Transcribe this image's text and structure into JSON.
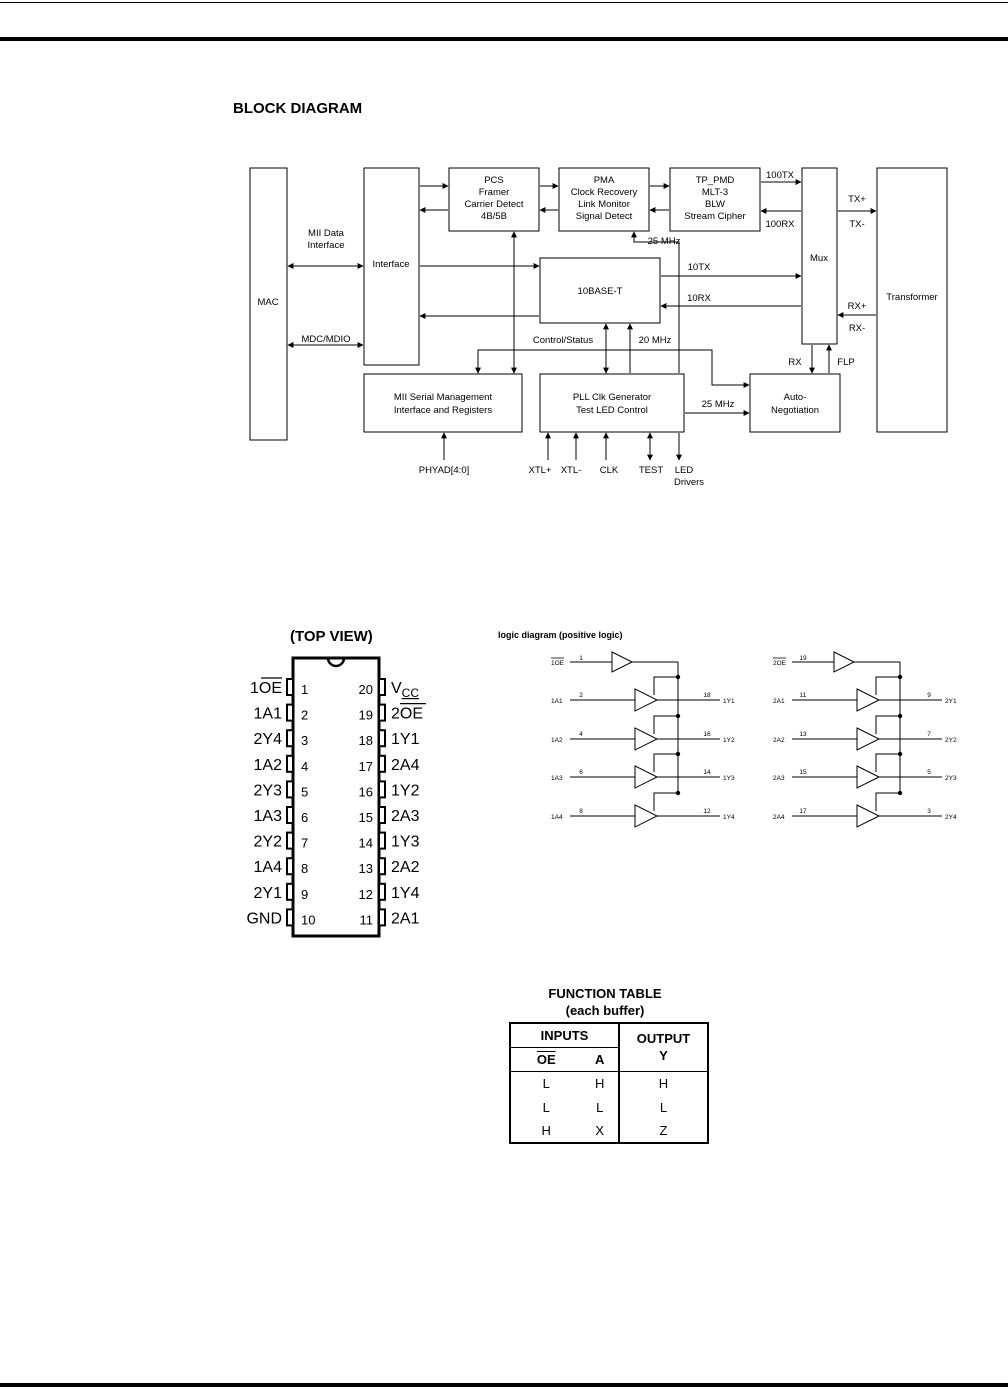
{
  "block_diagram": {
    "title": "BLOCK DIAGRAM",
    "blocks": {
      "mac": [
        "MAC"
      ],
      "interface": [
        "Interface"
      ],
      "pcs": [
        "PCS",
        "Framer",
        "Carrier Detect",
        "4B/5B"
      ],
      "pma": [
        "PMA",
        "Clock Recovery",
        "Link Monitor",
        "Signal Detect"
      ],
      "tp_pmd": [
        "TP_PMD",
        "MLT-3",
        "BLW",
        "Stream Cipher"
      ],
      "mux": [
        "Mux"
      ],
      "transformer": [
        "Transformer"
      ],
      "tenbase": [
        "10BASE-T"
      ],
      "mii_serial": [
        "MII Serial Management",
        "Interface and Registers"
      ],
      "pll": [
        "PLL Clk Generator",
        "Test LED Control"
      ],
      "autoneg": [
        "Auto-",
        "Negotiation"
      ]
    },
    "labels": {
      "mii_data": [
        "MII Data",
        "Interface"
      ],
      "mdc_mdio": "MDC/MDIO",
      "tx100": "100TX",
      "rx100": "100RX",
      "tx_plus": "TX+",
      "tx_minus": "TX-",
      "rx_plus": "RX+",
      "rx_minus": "RX-",
      "mhz25_a": "25 MHz",
      "tx10": "10TX",
      "rx10": "10RX",
      "control_status": "Control/Status",
      "mhz20": "20 MHz",
      "rx": "RX",
      "flp": "FLP",
      "mhz25_b": "25 MHz",
      "phyad": "PHYAD[4:0]",
      "xtl_plus": "XTL+",
      "xtl_minus": "XTL-",
      "clk": "CLK",
      "test": "TEST",
      "led": [
        "LED",
        "Drivers"
      ]
    }
  },
  "top_view": {
    "title": "(TOP VIEW)",
    "left_pins": [
      {
        "name": "1OE",
        "num": "1"
      },
      {
        "name": "1A1",
        "num": "2"
      },
      {
        "name": "2Y4",
        "num": "3"
      },
      {
        "name": "1A2",
        "num": "4"
      },
      {
        "name": "2Y3",
        "num": "5"
      },
      {
        "name": "1A3",
        "num": "6"
      },
      {
        "name": "2Y2",
        "num": "7"
      },
      {
        "name": "1A4",
        "num": "8"
      },
      {
        "name": "2Y1",
        "num": "9"
      },
      {
        "name": "GND",
        "num": "10"
      }
    ],
    "right_pins": [
      {
        "name": "VCC",
        "num": "20"
      },
      {
        "name": "2OE",
        "num": "19"
      },
      {
        "name": "1Y1",
        "num": "18"
      },
      {
        "name": "2A4",
        "num": "17"
      },
      {
        "name": "1Y2",
        "num": "16"
      },
      {
        "name": "2A3",
        "num": "15"
      },
      {
        "name": "1Y3",
        "num": "14"
      },
      {
        "name": "2A2",
        "num": "13"
      },
      {
        "name": "1Y4",
        "num": "12"
      },
      {
        "name": "2A1",
        "num": "11"
      }
    ]
  },
  "logic_diagram": {
    "title": "logic diagram (positive logic)",
    "groups": [
      {
        "enable": {
          "name": "1OE",
          "pin": "1"
        },
        "buffers": [
          {
            "in": "1A1",
            "in_pin": "2",
            "out_pin": "18",
            "out": "1Y1"
          },
          {
            "in": "1A2",
            "in_pin": "4",
            "out_pin": "16",
            "out": "1Y2"
          },
          {
            "in": "1A3",
            "in_pin": "6",
            "out_pin": "14",
            "out": "1Y3"
          },
          {
            "in": "1A4",
            "in_pin": "8",
            "out_pin": "12",
            "out": "1Y4"
          }
        ]
      },
      {
        "enable": {
          "name": "2OE",
          "pin": "19"
        },
        "buffers": [
          {
            "in": "2A1",
            "in_pin": "11",
            "out_pin": "9",
            "out": "2Y1"
          },
          {
            "in": "2A2",
            "in_pin": "13",
            "out_pin": "7",
            "out": "2Y2"
          },
          {
            "in": "2A3",
            "in_pin": "15",
            "out_pin": "5",
            "out": "2Y3"
          },
          {
            "in": "2A4",
            "in_pin": "17",
            "out_pin": "3",
            "out": "2Y4"
          }
        ]
      }
    ]
  },
  "function_table": {
    "title": "FUNCTION TABLE",
    "subtitle": "(each buffer)",
    "inputs_label": "INPUTS",
    "output_label": "OUTPUT",
    "col_oe": "OE",
    "col_a": "A",
    "col_y": "Y",
    "rows": [
      {
        "oe": "L",
        "a": "H",
        "y": "H"
      },
      {
        "oe": "L",
        "a": "L",
        "y": "L"
      },
      {
        "oe": "H",
        "a": "X",
        "y": "Z"
      }
    ]
  }
}
